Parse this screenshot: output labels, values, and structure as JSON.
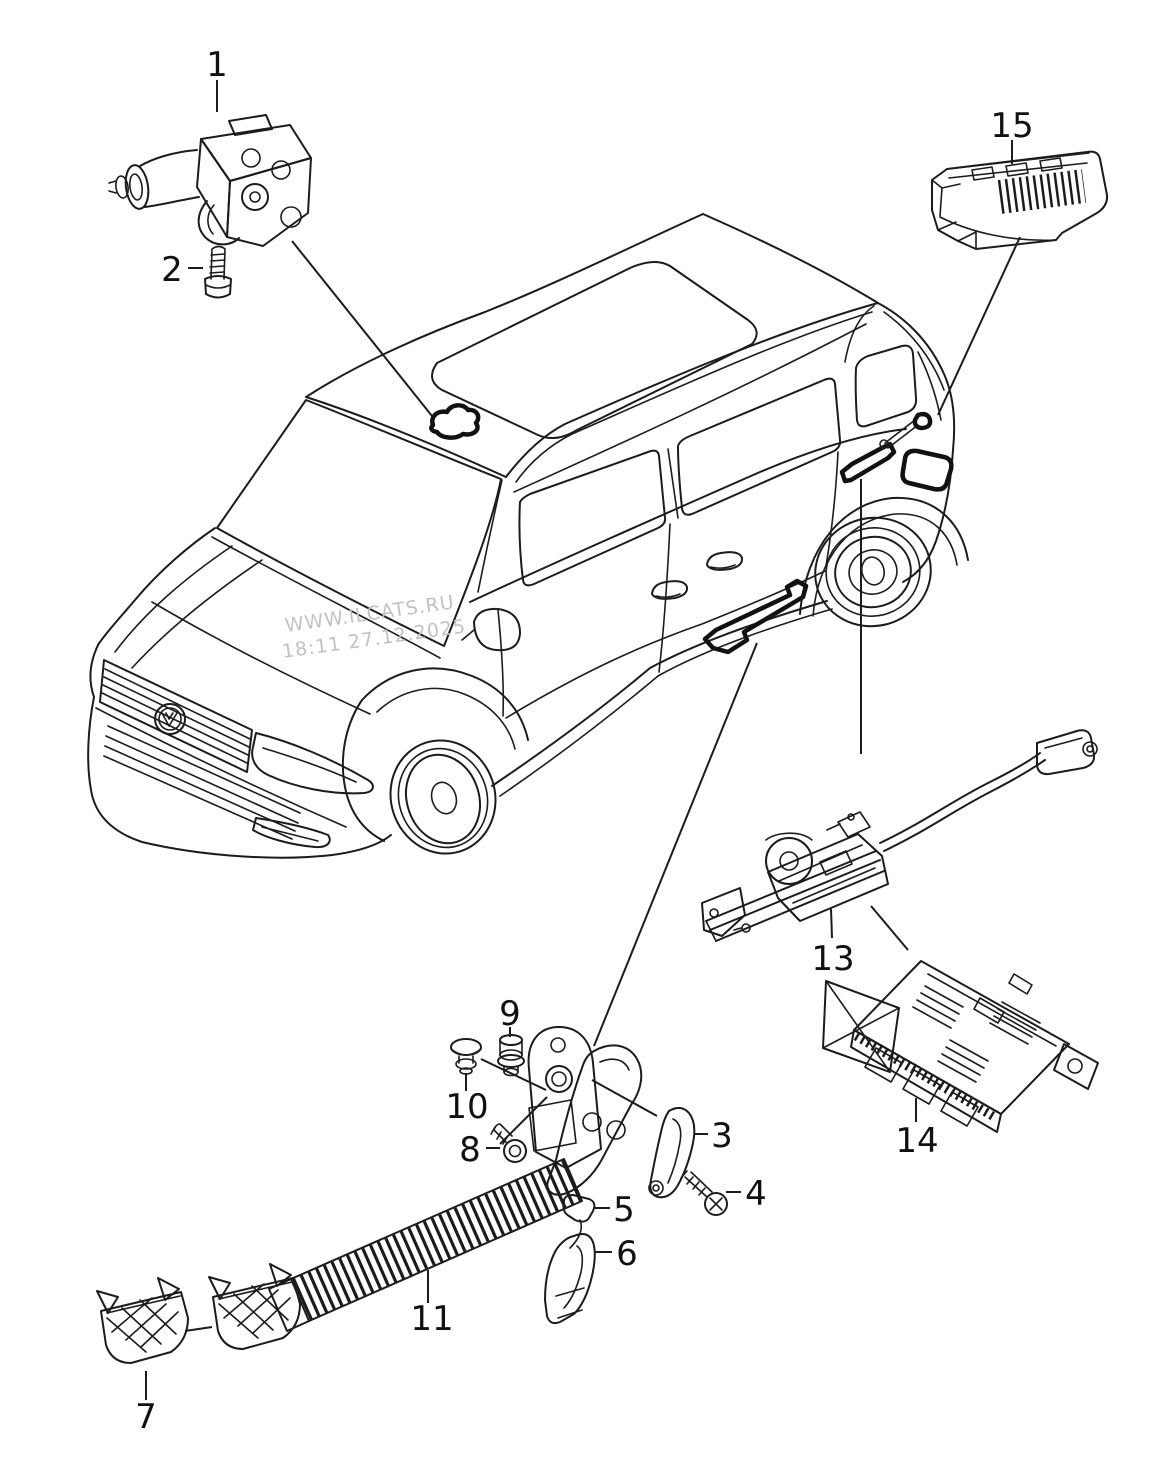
{
  "diagram": {
    "watermark": {
      "line1": "WWW.ILCATS.RU",
      "line2": "18:11 27.12.2025",
      "color": "#c2c2c2"
    },
    "callouts": [
      {
        "label": "1",
        "part": "drive-motor"
      },
      {
        "label": "2",
        "part": "screw"
      },
      {
        "label": "3",
        "part": "curved-guide"
      },
      {
        "label": "4",
        "part": "screw"
      },
      {
        "label": "5",
        "part": "clip"
      },
      {
        "label": "6",
        "part": "curved-guide"
      },
      {
        "label": "7",
        "part": "end-cap"
      },
      {
        "label": "8",
        "part": "screw"
      },
      {
        "label": "9",
        "part": "bolt"
      },
      {
        "label": "10",
        "part": "grommet"
      },
      {
        "label": "11",
        "part": "ribbed-guide-rail"
      },
      {
        "label": "13",
        "part": "cable-drive-unit"
      },
      {
        "label": "14",
        "part": "control-module"
      },
      {
        "label": "15",
        "part": "bracket"
      }
    ],
    "colors": {
      "line": "#1c1c1c",
      "background": "#ffffff",
      "highlight": "#111111"
    }
  }
}
